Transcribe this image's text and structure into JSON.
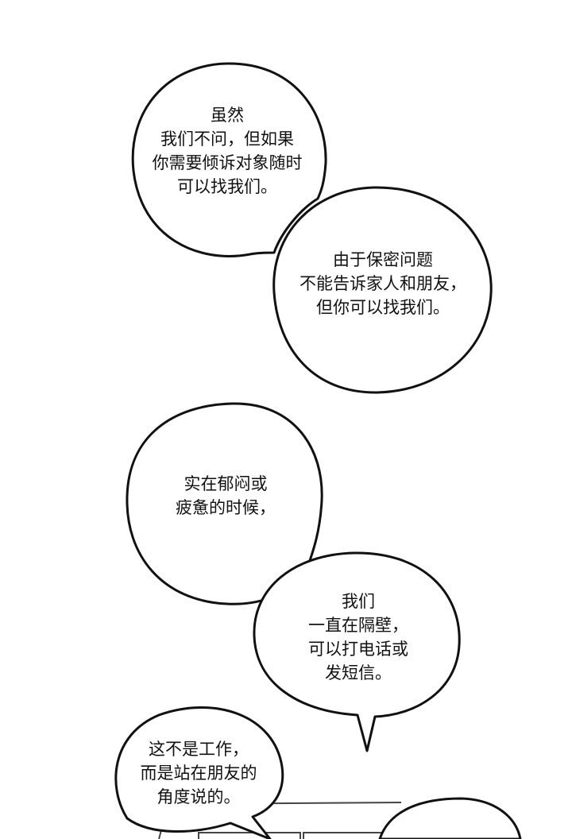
{
  "colors": {
    "background": "#ffffff",
    "ink": "#111111"
  },
  "bubbles": [
    {
      "lines": [
        "虽然",
        "我们不问，但如果",
        "你需要倾诉对象随时",
        "可以找我们。"
      ]
    },
    {
      "lines": [
        "由于保密问题",
        "不能告诉家人和朋友，",
        "但你可以找我们。"
      ]
    },
    {
      "lines": [
        "实在郁闷或",
        "疲惫的时候，"
      ]
    },
    {
      "lines": [
        "我们",
        "一直在隔壁，",
        "可以打电话或",
        "发短信。"
      ]
    },
    {
      "lines": [
        "这不是工作，",
        "而是站在朋友的",
        "角度说的。"
      ]
    }
  ]
}
